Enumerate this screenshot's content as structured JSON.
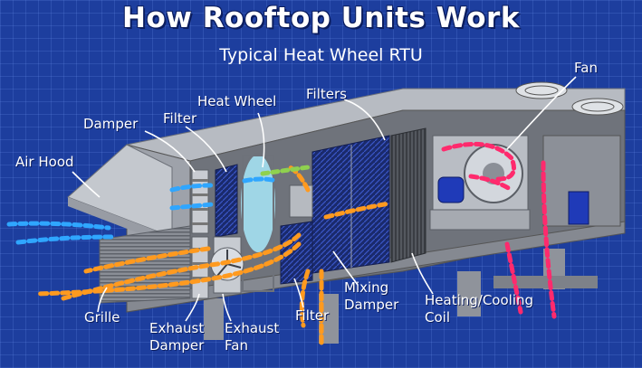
{
  "title": "How Rooftop Units Work",
  "subtitle": "Typical Heat Wheel RTU",
  "labels": {
    "fan": "Fan",
    "heat_wheel": "Heat Wheel",
    "filters": "Filters",
    "filter_top": "Filter",
    "damper": "Damper",
    "air_hood": "Air Hood",
    "grille": "Grille",
    "exhaust_damper_1": "Exhaust",
    "exhaust_damper_2": "Damper",
    "exhaust_fan_1": "Exhaust",
    "exhaust_fan_2": "Fan",
    "filter_bottom": "Filter",
    "mixing_damper_1": "Mixing",
    "mixing_damper_2": "Damper",
    "coil_1": "Heating/Cooling",
    "coil_2": "Coil"
  },
  "colors": {
    "background": "#1d3e9e",
    "unit_gray": "#a9adb6",
    "outside_air": "#2fa6ff",
    "return_air": "#ff9a1f",
    "supply_air": "#ff2a6d",
    "fan_motor": "#1f3ab8"
  }
}
